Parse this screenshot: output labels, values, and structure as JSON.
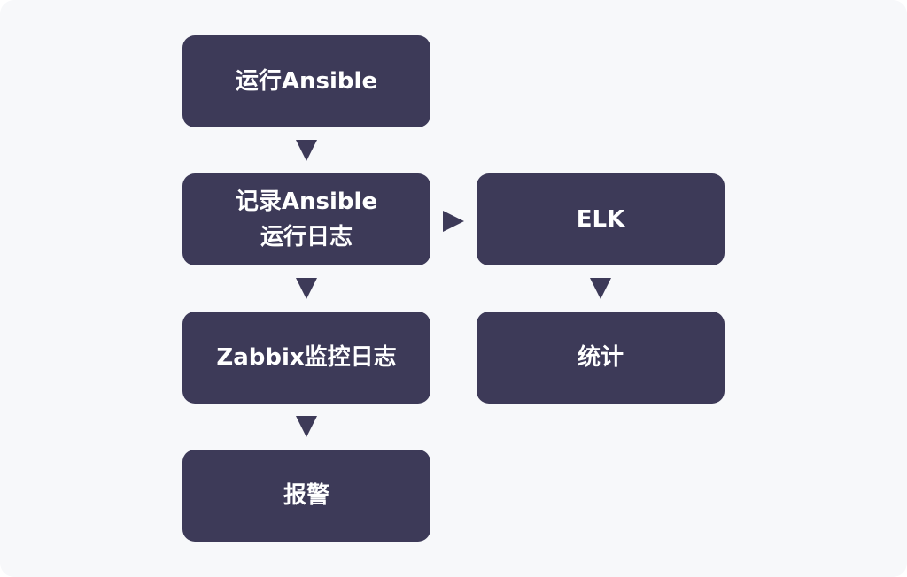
{
  "nodes": {
    "run_ansible": "运行Ansible",
    "log_ansible_line1": "记录Ansible",
    "log_ansible_line2": "运行日志",
    "zabbix_monitor": "Zabbix监控日志",
    "alarm": "报警",
    "elk": "ELK",
    "statistics": "统计"
  },
  "colors": {
    "node_fill": "#3d3a58",
    "node_text": "#ffffff",
    "background": "#f7f8fa"
  }
}
